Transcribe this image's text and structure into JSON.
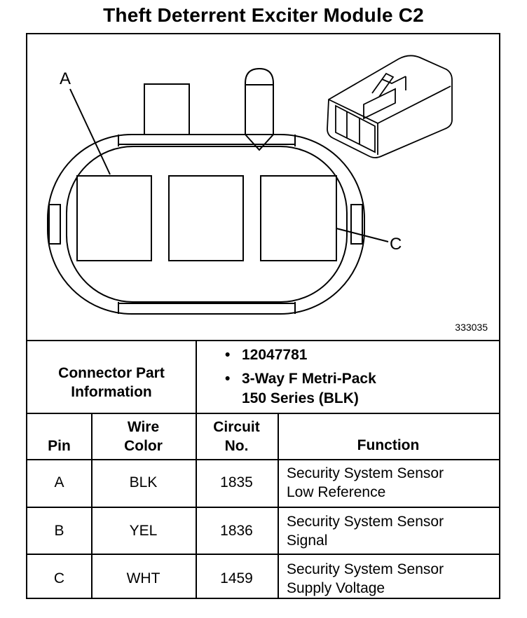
{
  "title": "Theft Deterrent Exciter Module C2",
  "diagram": {
    "label_a": "A",
    "label_c": "C",
    "figure_number": "333035"
  },
  "connector_info": {
    "label_line1": "Connector Part",
    "label_line2": "Information",
    "part_number": "12047781",
    "description_line1": "3-Way F Metri-Pack",
    "description_line2": "150 Series (BLK)"
  },
  "table": {
    "headers": {
      "pin": "Pin",
      "wire_color_line1": "Wire",
      "wire_color_line2": "Color",
      "circuit_line1": "Circuit",
      "circuit_line2": "No.",
      "function": "Function"
    },
    "rows": [
      {
        "pin": "A",
        "wire_color": "BLK",
        "circuit": "1835",
        "function_line1": "Security System Sensor",
        "function_line2": "Low Reference"
      },
      {
        "pin": "B",
        "wire_color": "YEL",
        "circuit": "1836",
        "function_line1": "Security System Sensor",
        "function_line2": "Signal"
      },
      {
        "pin": "C",
        "wire_color": "WHT",
        "circuit": "1459",
        "function_line1": "Security System Sensor",
        "function_line2": "Supply Voltage"
      }
    ]
  }
}
